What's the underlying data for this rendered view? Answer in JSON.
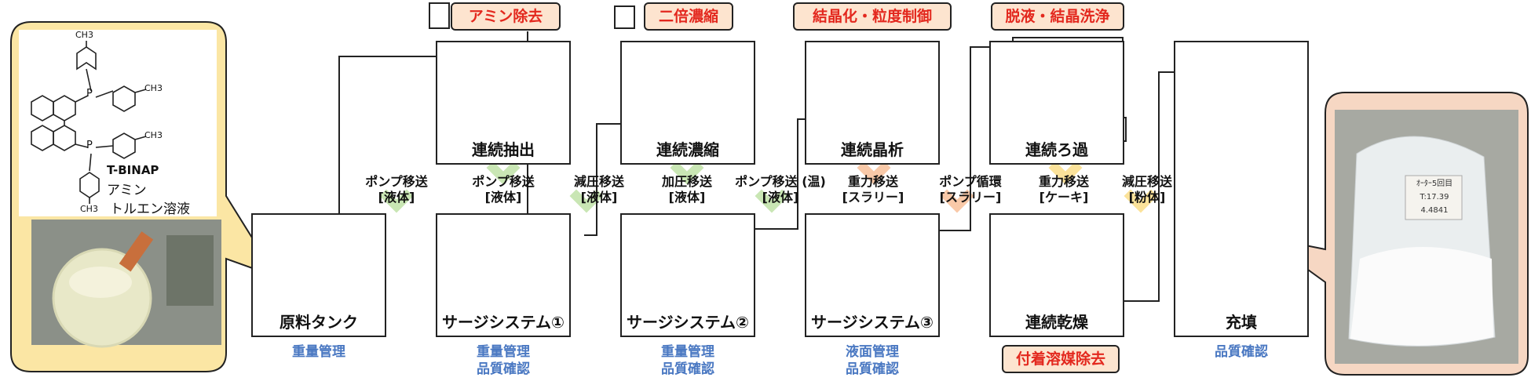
{
  "molecule": {
    "name": "T-BINAP",
    "substituent": "CH3",
    "phosphorus": "P",
    "solution_lines": [
      "アミン",
      "トルエン溶液"
    ]
  },
  "tags": {
    "amine_removal": "アミン除去",
    "double_conc": "二倍濃縮",
    "crystallization": "結晶化・粒度制御",
    "deliquoring": "脱液・結晶洗浄",
    "solvent_removal": "付着溶媒除去"
  },
  "units": {
    "extraction": "連続抽出",
    "concentration": "連続濃縮",
    "crystallizer": "連続晶析",
    "filtration": "連続ろ過",
    "raw_tank": "原料タンク",
    "surge1": "サージシステム①",
    "surge2": "サージシステム②",
    "surge3": "サージシステム③",
    "dryer": "連続乾燥",
    "filling": "充填"
  },
  "transfers": [
    {
      "line1": "ポンプ移送",
      "line2": "[液体]"
    },
    {
      "line1": "ポンプ移送",
      "line2": "[液体]"
    },
    {
      "line1": "減圧移送",
      "line2": "[液体]"
    },
    {
      "line1": "加圧移送",
      "line2": "[液体]"
    },
    {
      "line1": "ポンプ移送 (温)",
      "line2": "[液体]"
    },
    {
      "line1": "重力移送",
      "line2": "[スラリー]"
    },
    {
      "line1": "ポンプ循環",
      "line2": "[スラリー]"
    },
    {
      "line1": "重力移送",
      "line2": "[ケーキ]"
    },
    {
      "line1": "減圧移送",
      "line2": "[粉体]"
    }
  ],
  "management": {
    "raw": [
      "重量管理"
    ],
    "surge1": [
      "重量管理",
      "品質確認"
    ],
    "surge2": [
      "重量管理",
      "品質確認"
    ],
    "surge3": [
      "液面管理",
      "品質確認"
    ],
    "filling": [
      "品質確認"
    ]
  },
  "bag_label": [
    "ｵｰﾀｰ5回目",
    "T:17.39",
    "4.4841"
  ],
  "colors": {
    "callout_left": "#fbe6a4",
    "callout_right": "#f6d7c3",
    "tag_bg": "#fde4cf",
    "tag_text": "#e3281e",
    "mgmt_text": "#4a78c2",
    "arrow_green": "#c9e6b4",
    "arrow_orange": "#f9c9a8",
    "arrow_yellow": "#fbe29a"
  }
}
